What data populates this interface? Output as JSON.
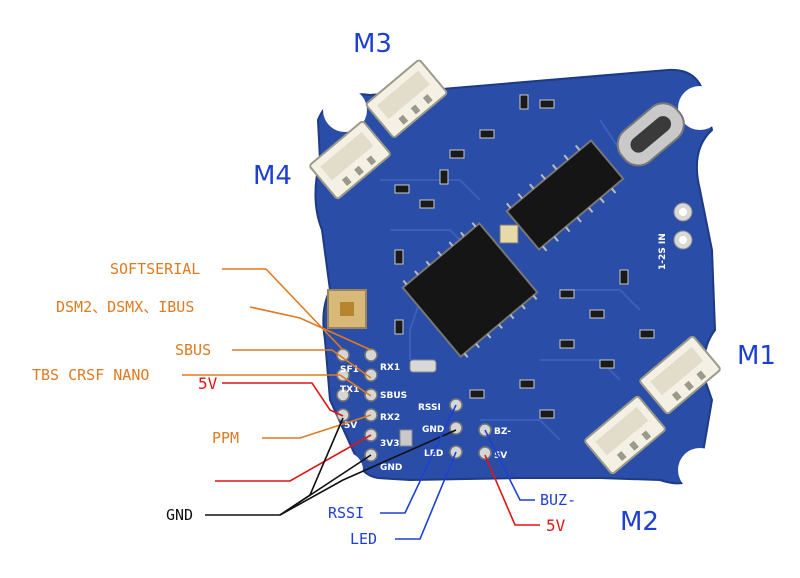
{
  "motors": {
    "m1": "M1",
    "m2": "M2",
    "m3": "M3",
    "m4": "M4"
  },
  "callouts": {
    "softserial": "SOFTSERIAL",
    "dsm": "DSM2、DSMX、IBUS",
    "sbus": "SBUS",
    "tbs": "TBS CRSF NANO",
    "v5_left": "5V",
    "ppm": "PPM",
    "gnd": "GND",
    "rssi": "RSSI",
    "led": "LED",
    "buz": "BUZ-",
    "v5_bottom": "5V"
  },
  "board_silkscreen": {
    "sf1": "SF1",
    "rx1": "RX1",
    "tx1": "TX1",
    "sbus": "SBUS",
    "v5": "5V",
    "rx2": "RX2",
    "v33": "3V3",
    "gnd": "GND",
    "rssi": "RSSI",
    "gnd2": "GND",
    "led": "LED",
    "bz": "BZ-",
    "v5b": "5V",
    "power": "1-2S IN"
  },
  "colors": {
    "board": "#2a4ea8",
    "orange": "#e07a20",
    "red": "#e01515",
    "blue": "#1e3fd6",
    "black": "#111111"
  }
}
